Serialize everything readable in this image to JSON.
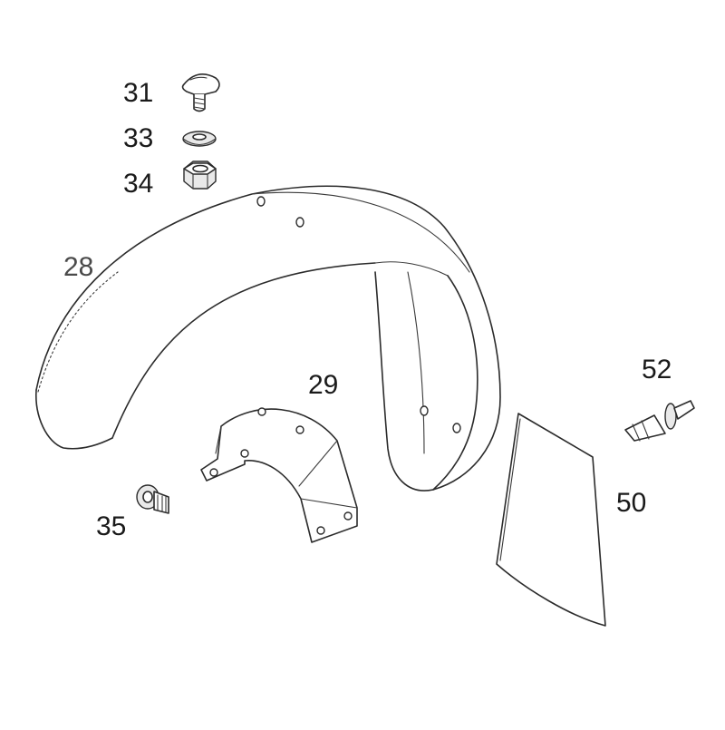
{
  "labels": {
    "p31": "31",
    "p33": "33",
    "p34": "34",
    "p28": "28",
    "p29": "29",
    "p35": "35",
    "p50": "50",
    "p52": "52"
  }
}
